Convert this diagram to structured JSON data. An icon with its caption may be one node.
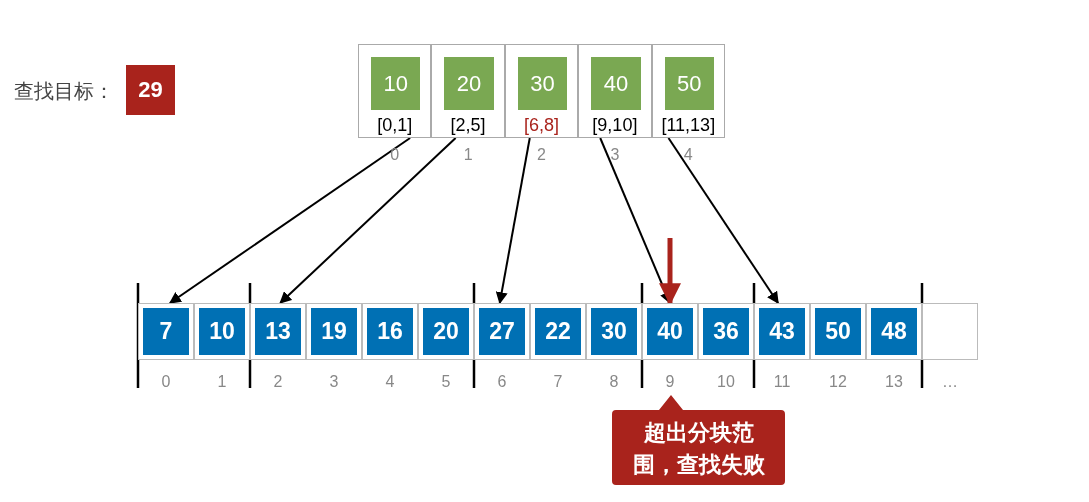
{
  "diagram": {
    "nodes": [
      {
        "text": [
          "29"
        ],
        "beside": [
          "查找目标："
        ]
      },
      {
        "text": [
          "10",
          "[0,1]"
        ],
        "beside": [
          "0"
        ]
      },
      {
        "text": [
          "20",
          "[2,5]"
        ],
        "beside": [
          "1"
        ]
      },
      {
        "text": [
          "30",
          "[6,8]"
        ],
        "beside": [
          "2"
        ]
      },
      {
        "text": [
          "40",
          "[9,10]"
        ],
        "beside": [
          "3"
        ]
      },
      {
        "text": [
          "50",
          "[11,13]"
        ],
        "beside": [
          "4"
        ]
      },
      {
        "text": [
          "7"
        ],
        "beside": [
          "0"
        ]
      },
      {
        "text": [
          "10"
        ],
        "beside": [
          "1"
        ]
      },
      {
        "text": [
          "13"
        ],
        "beside": [
          "2"
        ]
      },
      {
        "text": [
          "19"
        ],
        "beside": [
          "3"
        ]
      },
      {
        "text": [
          "16"
        ],
        "beside": [
          "4"
        ]
      },
      {
        "text": [
          "20"
        ],
        "beside": [
          "5"
        ]
      },
      {
        "text": [
          "27"
        ],
        "beside": [
          "6"
        ]
      },
      {
        "text": [
          "22"
        ],
        "beside": [
          "7"
        ]
      },
      {
        "text": [
          "30"
        ],
        "beside": [
          "8"
        ]
      },
      {
        "text": [
          "40"
        ],
        "beside": [
          "9"
        ]
      },
      {
        "text": [
          "36"
        ],
        "beside": [
          "10"
        ]
      },
      {
        "text": [
          "43"
        ],
        "beside": [
          "11"
        ]
      },
      {
        "text": [
          "50"
        ],
        "beside": [
          "12"
        ]
      },
      {
        "text": [
          "48"
        ],
        "beside": [
          "13"
        ]
      },
      {
        "text": [],
        "shape": "box",
        "beside": [
          "…"
        ]
      },
      {
        "text": [
          "超出分块范围，查找失败"
        ]
      }
    ],
    "edges": [
      {
        "from": 1,
        "to": 6,
        "arrow": "to"
      },
      {
        "from": 2,
        "to": 8,
        "arrow": "to"
      },
      {
        "from": 3,
        "to": 12,
        "arrow": "to"
      },
      {
        "from": 4,
        "to": 15,
        "arrow": "to"
      },
      {
        "from": 5,
        "to": 17,
        "arrow": "to"
      },
      {
        "from": null,
        "to": 15,
        "arrow": "to",
        "style": "thick",
        "color": "#a9231c"
      }
    ]
  }
}
